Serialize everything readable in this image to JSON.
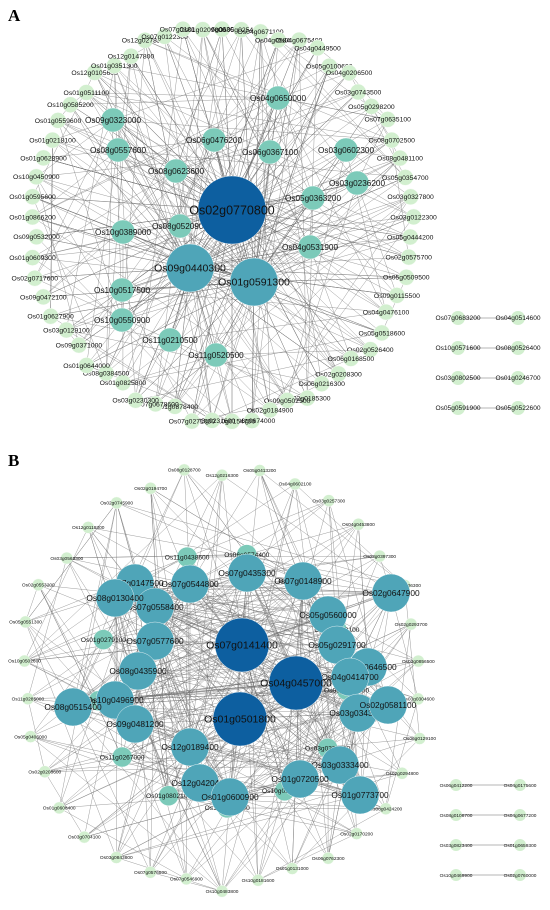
{
  "colors": {
    "hub_dark": "#0d5fa0",
    "hub_medium": "#2474b4",
    "mid_teal": "#4fa5b8",
    "light_teal": "#7ccab9",
    "pale_green": "#d2efcf",
    "edge": "#6e6e6e"
  },
  "panels": [
    {
      "label": "A",
      "nodes": [
        {
          "name": "Os02g0770800",
          "tier": 1
        },
        {
          "name": "Os09g0440300",
          "tier": 2
        },
        {
          "name": "Os01g0591300",
          "tier": 2
        },
        {
          "name": "Os06g0476200",
          "tier": 3
        },
        {
          "name": "Os06g0367100",
          "tier": 3
        },
        {
          "name": "Os08g0623600",
          "tier": 3
        },
        {
          "name": "Os05g0363200",
          "tier": 3
        },
        {
          "name": "Os08g0520900",
          "tier": 3
        },
        {
          "name": "Os04g0531900",
          "tier": 3
        },
        {
          "name": "Os08g0557600",
          "tier": 3
        },
        {
          "name": "Os09g0323000",
          "tier": 3
        },
        {
          "name": "Os04g0650000",
          "tier": 3
        },
        {
          "name": "Os03g0602300",
          "tier": 3
        },
        {
          "name": "Os03g0236200",
          "tier": 3
        },
        {
          "name": "Os10g0389000",
          "tier": 3
        },
        {
          "name": "Os10g0517500",
          "tier": 3
        },
        {
          "name": "Os10g0550900",
          "tier": 3
        },
        {
          "name": "Os11g0210500",
          "tier": 3
        },
        {
          "name": "Os11g0520500",
          "tier": 3
        },
        {
          "name": "Os06g0630200",
          "tier": 4
        },
        {
          "name": "Os05g0254674",
          "tier": 4
        },
        {
          "name": "Os04g0671100",
          "tier": 4
        },
        {
          "name": "Os04g0584600",
          "tier": 4
        },
        {
          "name": "Os04g0675400",
          "tier": 4
        },
        {
          "name": "Os04g0449500",
          "tier": 4
        },
        {
          "name": "Os05g0100600",
          "tier": 4
        },
        {
          "name": "Os04g0206500",
          "tier": 4
        },
        {
          "name": "Os03g0743500",
          "tier": 4
        },
        {
          "name": "Os05g0298200",
          "tier": 4
        },
        {
          "name": "Os07g0635100",
          "tier": 4
        },
        {
          "name": "Os08g0702500",
          "tier": 4
        },
        {
          "name": "Os08g0481100",
          "tier": 4
        },
        {
          "name": "Os05g0354700",
          "tier": 4
        },
        {
          "name": "Os03g0327800",
          "tier": 4
        },
        {
          "name": "Os03g0122300",
          "tier": 4
        },
        {
          "name": "Os05g0444200",
          "tier": 4
        },
        {
          "name": "Os02g0575700",
          "tier": 4
        },
        {
          "name": "Os05g0509500",
          "tier": 4
        },
        {
          "name": "Os09g0115500",
          "tier": 4
        },
        {
          "name": "Os04g0476100",
          "tier": 4
        },
        {
          "name": "Os05g0518600",
          "tier": 4
        },
        {
          "name": "Os02g0526400",
          "tier": 4
        },
        {
          "name": "Os06g0168500",
          "tier": 4
        },
        {
          "name": "Os02g0208300",
          "tier": 4
        },
        {
          "name": "Os06g0216300",
          "tier": 4
        },
        {
          "name": "Os02g0185300",
          "tier": 4
        },
        {
          "name": "Os09g0502500",
          "tier": 4
        },
        {
          "name": "Os02g0184900",
          "tier": 4
        },
        {
          "name": "Os06g0674000",
          "tier": 4
        },
        {
          "name": "Os10g0154700",
          "tier": 4
        },
        {
          "name": "Os03g0231600",
          "tier": 4
        },
        {
          "name": "Os07g0271000",
          "tier": 4
        },
        {
          "name": "Os01g0878400",
          "tier": 4
        },
        {
          "name": "Os07g0678600",
          "tier": 4
        },
        {
          "name": "Os03g0230300",
          "tier": 4
        },
        {
          "name": "Os01g0825800",
          "tier": 4
        },
        {
          "name": "Os08g0384500",
          "tier": 4
        },
        {
          "name": "Os01g0644000",
          "tier": 4
        },
        {
          "name": "Os09g0371000",
          "tier": 4
        },
        {
          "name": "Os03g0129100",
          "tier": 4
        },
        {
          "name": "Os01g0627900",
          "tier": 4
        },
        {
          "name": "Os09g0472100",
          "tier": 4
        },
        {
          "name": "Os02g0717600",
          "tier": 4
        },
        {
          "name": "Os01g0609300",
          "tier": 4
        },
        {
          "name": "Os09g0532000",
          "tier": 4
        },
        {
          "name": "Os01g0866200",
          "tier": 4
        },
        {
          "name": "Os01g0595600",
          "tier": 4
        },
        {
          "name": "Os10g0450900",
          "tier": 4
        },
        {
          "name": "Os01g0628900",
          "tier": 4
        },
        {
          "name": "Os01g0218100",
          "tier": 4
        },
        {
          "name": "Os01g0559600",
          "tier": 4
        },
        {
          "name": "Os10g0585200",
          "tier": 4
        },
        {
          "name": "Os01g0511100",
          "tier": 4
        },
        {
          "name": "Os12g0105600",
          "tier": 4
        },
        {
          "name": "Os01g0351300",
          "tier": 4
        },
        {
          "name": "Os12g0147800",
          "tier": 4
        },
        {
          "name": "Os12g0278200",
          "tier": 4
        },
        {
          "name": "Os07g0122300",
          "tier": 4
        },
        {
          "name": "Os07g0181852",
          "tier": 4
        },
        {
          "name": "Os01g0209800",
          "tier": 4
        }
      ],
      "pairs": [
        [
          "Os07g0683200",
          "Os04g0514600"
        ],
        [
          "Os10g0571600",
          "Os08g0526400"
        ],
        [
          "Os03g0802500",
          "Os01g0246700"
        ],
        [
          "Os05g0591900",
          "Os05g0522600"
        ]
      ]
    },
    {
      "label": "B",
      "nodes": [
        {
          "name": "Os07g0141400",
          "tier": 1
        },
        {
          "name": "Os04g0457000",
          "tier": 1
        },
        {
          "name": "Os01g0501800",
          "tier": 1
        },
        {
          "name": "Os07g0147500",
          "tier": 2
        },
        {
          "name": "Os07g0544800",
          "tier": 2
        },
        {
          "name": "Os07g0435300",
          "tier": 2
        },
        {
          "name": "Os07g0148900",
          "tier": 2
        },
        {
          "name": "Os07g0558400",
          "tier": 2
        },
        {
          "name": "Os08g0130400",
          "tier": 2
        },
        {
          "name": "Os05g0560000",
          "tier": 2
        },
        {
          "name": "Os02g0647900",
          "tier": 2
        },
        {
          "name": "Os07g0577600",
          "tier": 2
        },
        {
          "name": "Os05g0291700",
          "tier": 2
        },
        {
          "name": "Os02g0646500",
          "tier": 2
        },
        {
          "name": "Os08g0435900",
          "tier": 2
        },
        {
          "name": "Os04g0414700",
          "tier": 2
        },
        {
          "name": "Os10g0496900",
          "tier": 2
        },
        {
          "name": "Os09g0481200",
          "tier": 2
        },
        {
          "name": "Os03g0343900",
          "tier": 2
        },
        {
          "name": "Os02g0581100",
          "tier": 2
        },
        {
          "name": "Os08g0515400",
          "tier": 2
        },
        {
          "name": "Os12g0189400",
          "tier": 2
        },
        {
          "name": "Os03g0333400",
          "tier": 2
        },
        {
          "name": "Os12g0420400",
          "tier": 2
        },
        {
          "name": "Os01g0720500",
          "tier": 2
        },
        {
          "name": "Os01g0600900",
          "tier": 2
        },
        {
          "name": "Os01g0773700",
          "tier": 2
        },
        {
          "name": "Os06g0574400",
          "tier": 3
        },
        {
          "name": "Os06g0594100",
          "tier": 3
        },
        {
          "name": "Os05g0348100",
          "tier": 3
        },
        {
          "name": "Os06g0704600",
          "tier": 3
        },
        {
          "name": "Os03g0323200",
          "tier": 3
        },
        {
          "name": "Os10g0100300",
          "tier": 3
        },
        {
          "name": "Os10g0502400",
          "tier": 3
        },
        {
          "name": "Os01g0802100",
          "tier": 3
        },
        {
          "name": "Os11g0267000",
          "tier": 3
        },
        {
          "name": "Os09g0101200",
          "tier": 3
        },
        {
          "name": "Os01g0279100",
          "tier": 3
        },
        {
          "name": "Os01g0678500",
          "tier": 3
        },
        {
          "name": "Os11g0438600",
          "tier": 3
        },
        {
          "name": "Os12g0216300",
          "tier": 4
        },
        {
          "name": "Os05g0413200",
          "tier": 4
        },
        {
          "name": "Os04g0602100",
          "tier": 4
        },
        {
          "name": "Os03g0257300",
          "tier": 4
        },
        {
          "name": "Os04g0453800",
          "tier": 4
        },
        {
          "name": "Os03g0397300",
          "tier": 4
        },
        {
          "name": "Os11g0226300",
          "tier": 4
        },
        {
          "name": "Os02g0293700",
          "tier": 4
        },
        {
          "name": "Os03g0856500",
          "tier": 4
        },
        {
          "name": "Os03g0304600",
          "tier": 4
        },
        {
          "name": "Os06g0129100",
          "tier": 4
        },
        {
          "name": "Os02g0294800",
          "tier": 4
        },
        {
          "name": "Os08g0424200",
          "tier": 4
        },
        {
          "name": "Os02g0170200",
          "tier": 4
        },
        {
          "name": "Os06g0762300",
          "tier": 4
        },
        {
          "name": "Os01g0131000",
          "tier": 4
        },
        {
          "name": "Os10g0181600",
          "tier": 4
        },
        {
          "name": "Os10g0483800",
          "tier": 4
        },
        {
          "name": "Os07g0546900",
          "tier": 4
        },
        {
          "name": "Os07g0576500",
          "tier": 4
        },
        {
          "name": "Os03g0843800",
          "tier": 4
        },
        {
          "name": "Os03g0704100",
          "tier": 4
        },
        {
          "name": "Os01g0608400",
          "tier": 4
        },
        {
          "name": "Os02g0208600",
          "tier": 4
        },
        {
          "name": "Os05g0406000",
          "tier": 4
        },
        {
          "name": "Os11g0285000",
          "tier": 4
        },
        {
          "name": "Os10g0502600",
          "tier": 4
        },
        {
          "name": "Os05g0551300",
          "tier": 4
        },
        {
          "name": "Os02g0553200",
          "tier": 4
        },
        {
          "name": "Os03g0563300",
          "tier": 4
        },
        {
          "name": "Os12g0119300",
          "tier": 4
        },
        {
          "name": "Os02g0745900",
          "tier": 4
        },
        {
          "name": "Os02g0194700",
          "tier": 4
        },
        {
          "name": "Os08g0128700",
          "tier": 4
        }
      ],
      "pairs": [
        [
          "Os06g0412200",
          "Os04g0175600"
        ],
        [
          "Os08g0108700",
          "Os04g0677200"
        ],
        [
          "Os03g0823400",
          "Os01g0659300"
        ],
        [
          "Os10g0469900",
          "Os02g0760000"
        ]
      ]
    }
  ]
}
